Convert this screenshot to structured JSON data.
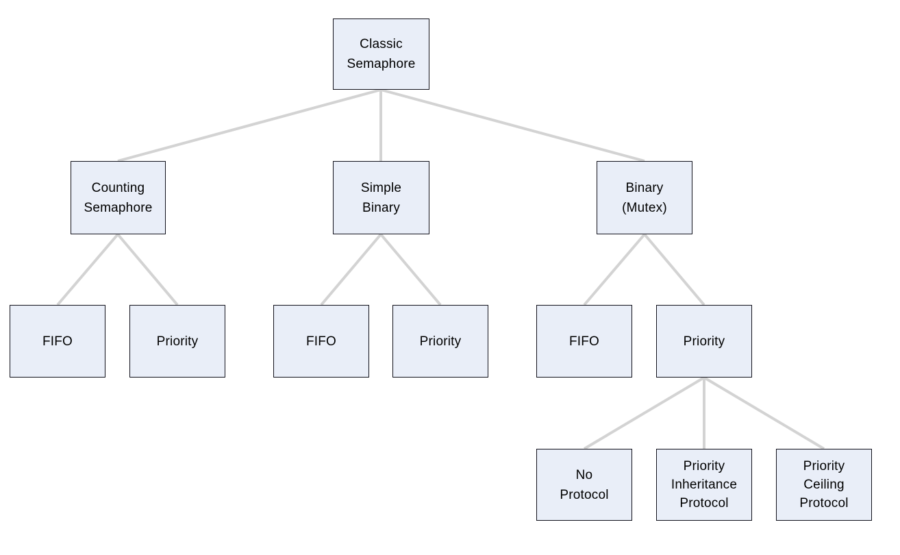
{
  "diagram": {
    "type": "tree",
    "colors": {
      "background": "#ffffff",
      "node_fill": "#e9eef8",
      "node_border": "#10101a",
      "connector": "#d3d3d3",
      "text": "#000000"
    },
    "nodes": [
      {
        "id": "classic-semaphore",
        "label": "Classic\nSemaphore"
      },
      {
        "id": "counting-semaphore",
        "label": "Counting\nSemaphore"
      },
      {
        "id": "simple-binary",
        "label": "Simple\nBinary"
      },
      {
        "id": "binary-mutex",
        "label": "Binary\n(Mutex)"
      },
      {
        "id": "counting-fifo",
        "label": "FIFO"
      },
      {
        "id": "counting-priority",
        "label": "Priority"
      },
      {
        "id": "simple-binary-fifo",
        "label": "FIFO"
      },
      {
        "id": "simple-binary-priority",
        "label": "Priority"
      },
      {
        "id": "binary-mutex-fifo",
        "label": "FIFO"
      },
      {
        "id": "binary-mutex-priority",
        "label": "Priority"
      },
      {
        "id": "no-protocol",
        "label": "No\nProtocol"
      },
      {
        "id": "priority-inheritance-protocol",
        "label": "Priority\nInheritance\nProtocol"
      },
      {
        "id": "priority-ceiling-protocol",
        "label": "Priority\nCeiling\nProtocol"
      }
    ],
    "edges": [
      {
        "from": "classic-semaphore",
        "to": "counting-semaphore"
      },
      {
        "from": "classic-semaphore",
        "to": "simple-binary"
      },
      {
        "from": "classic-semaphore",
        "to": "binary-mutex"
      },
      {
        "from": "counting-semaphore",
        "to": "counting-fifo"
      },
      {
        "from": "counting-semaphore",
        "to": "counting-priority"
      },
      {
        "from": "simple-binary",
        "to": "simple-binary-fifo"
      },
      {
        "from": "simple-binary",
        "to": "simple-binary-priority"
      },
      {
        "from": "binary-mutex",
        "to": "binary-mutex-fifo"
      },
      {
        "from": "binary-mutex",
        "to": "binary-mutex-priority"
      },
      {
        "from": "binary-mutex-priority",
        "to": "no-protocol"
      },
      {
        "from": "binary-mutex-priority",
        "to": "priority-inheritance-protocol"
      },
      {
        "from": "binary-mutex-priority",
        "to": "priority-ceiling-protocol"
      }
    ]
  }
}
